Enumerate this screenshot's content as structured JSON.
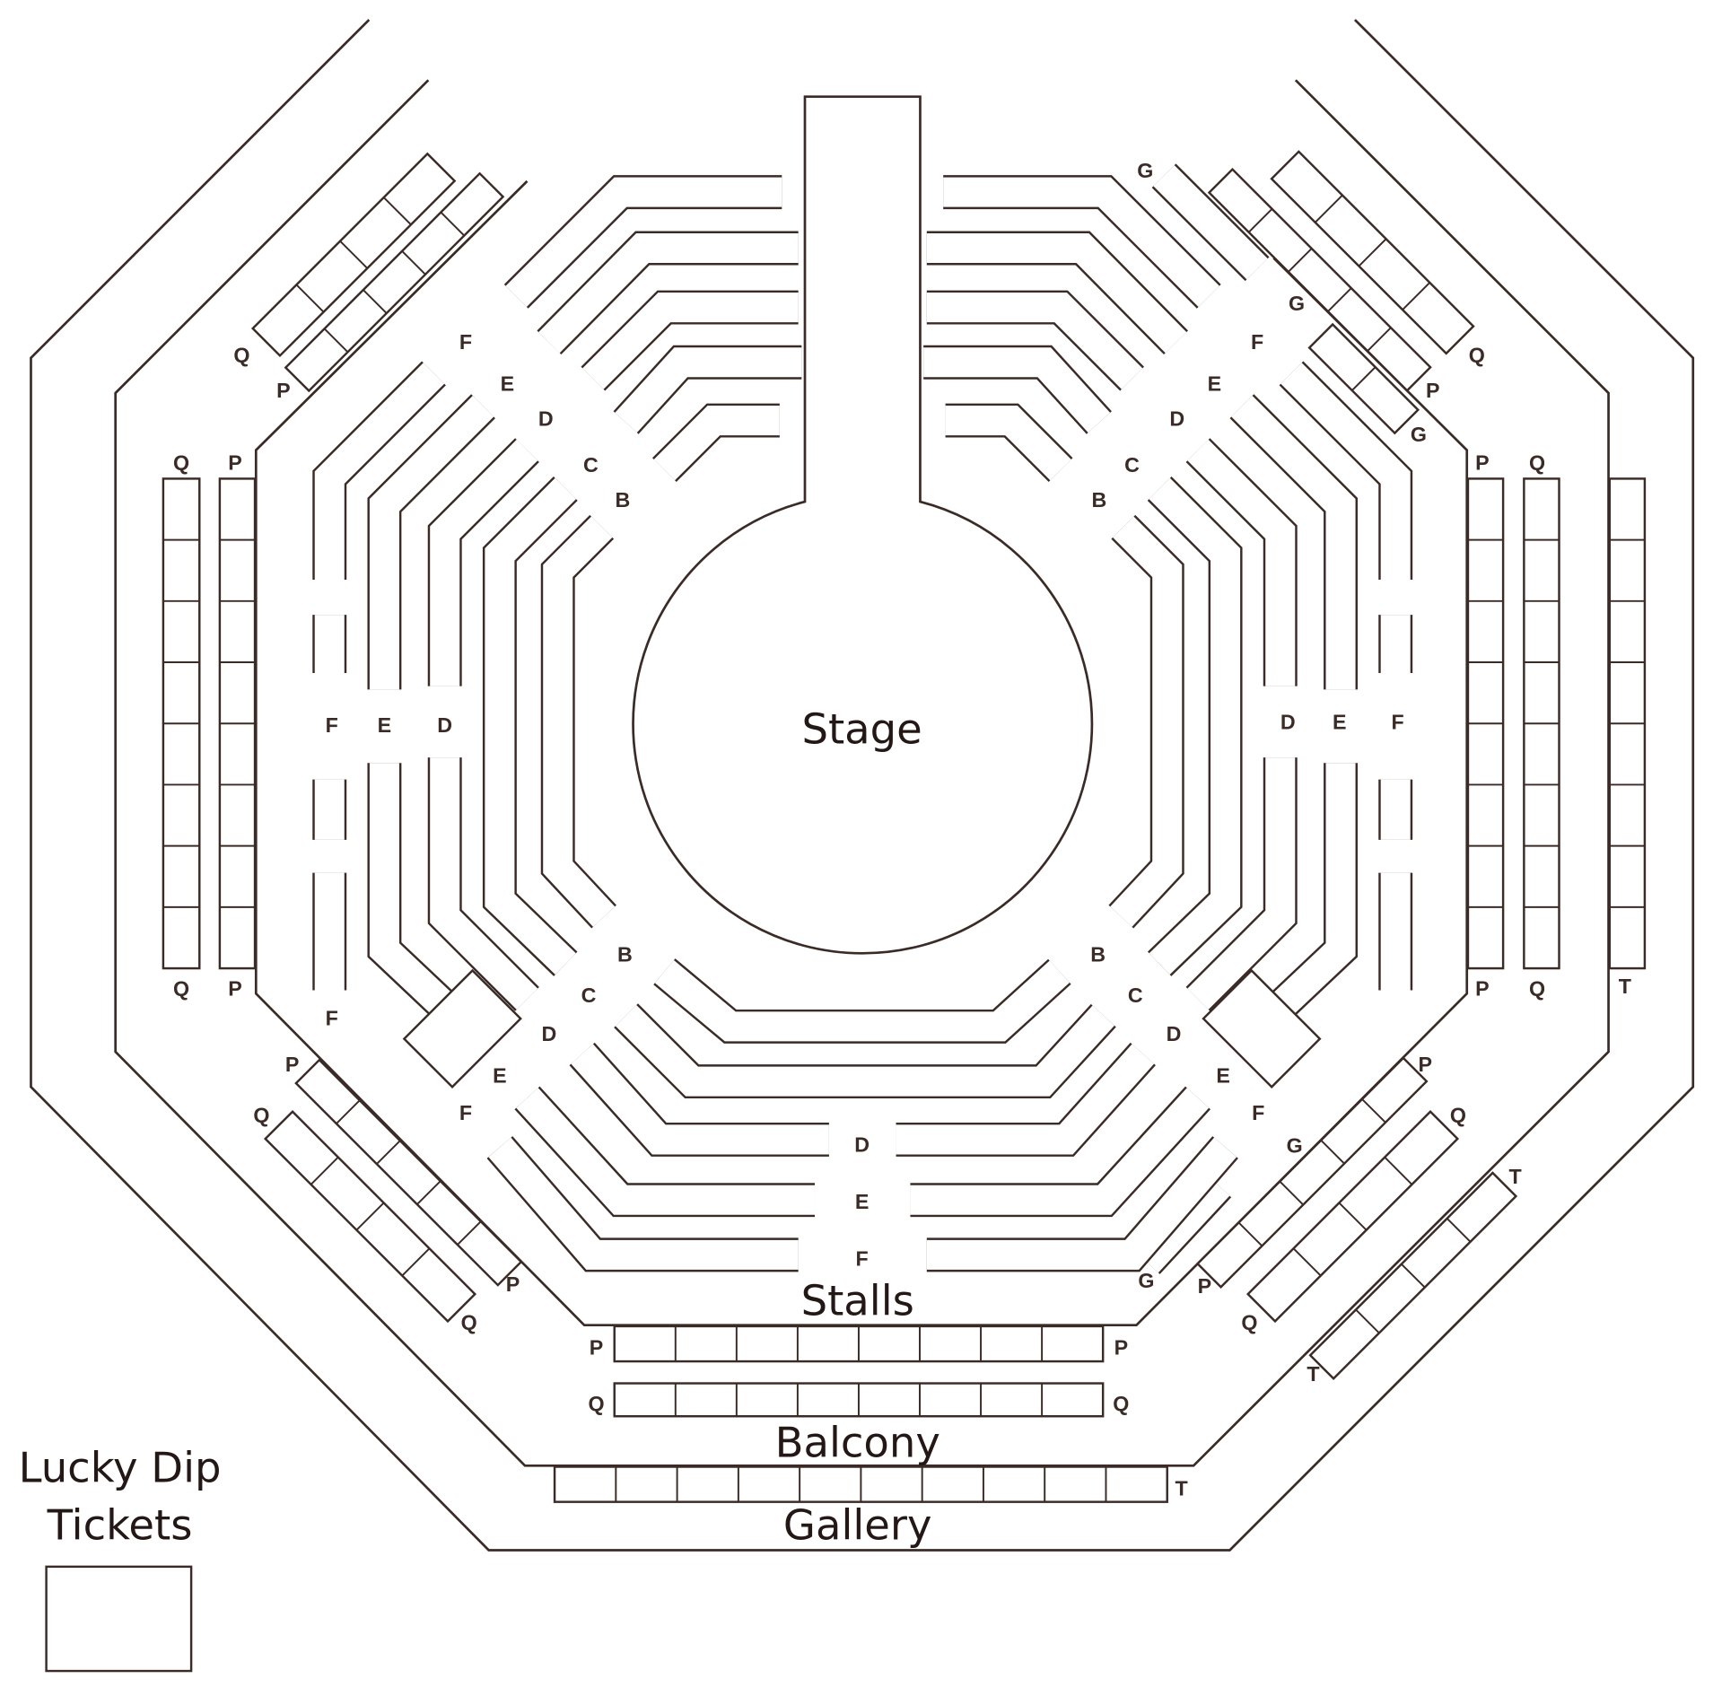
{
  "title": "Seating Plan",
  "areas": {
    "stage": "Stage",
    "stalls": "Stalls",
    "balcony": "Balcony",
    "gallery": "Gallery"
  },
  "legend": {
    "line1": "Lucky Dip",
    "line2": "Tickets"
  },
  "rows": {
    "B": "B",
    "C": "C",
    "D": "D",
    "E": "E",
    "F": "F",
    "G": "G",
    "P": "P",
    "Q": "Q",
    "T": "T"
  },
  "colors": {
    "line": "#3b2b27",
    "background": "#ffffff"
  }
}
